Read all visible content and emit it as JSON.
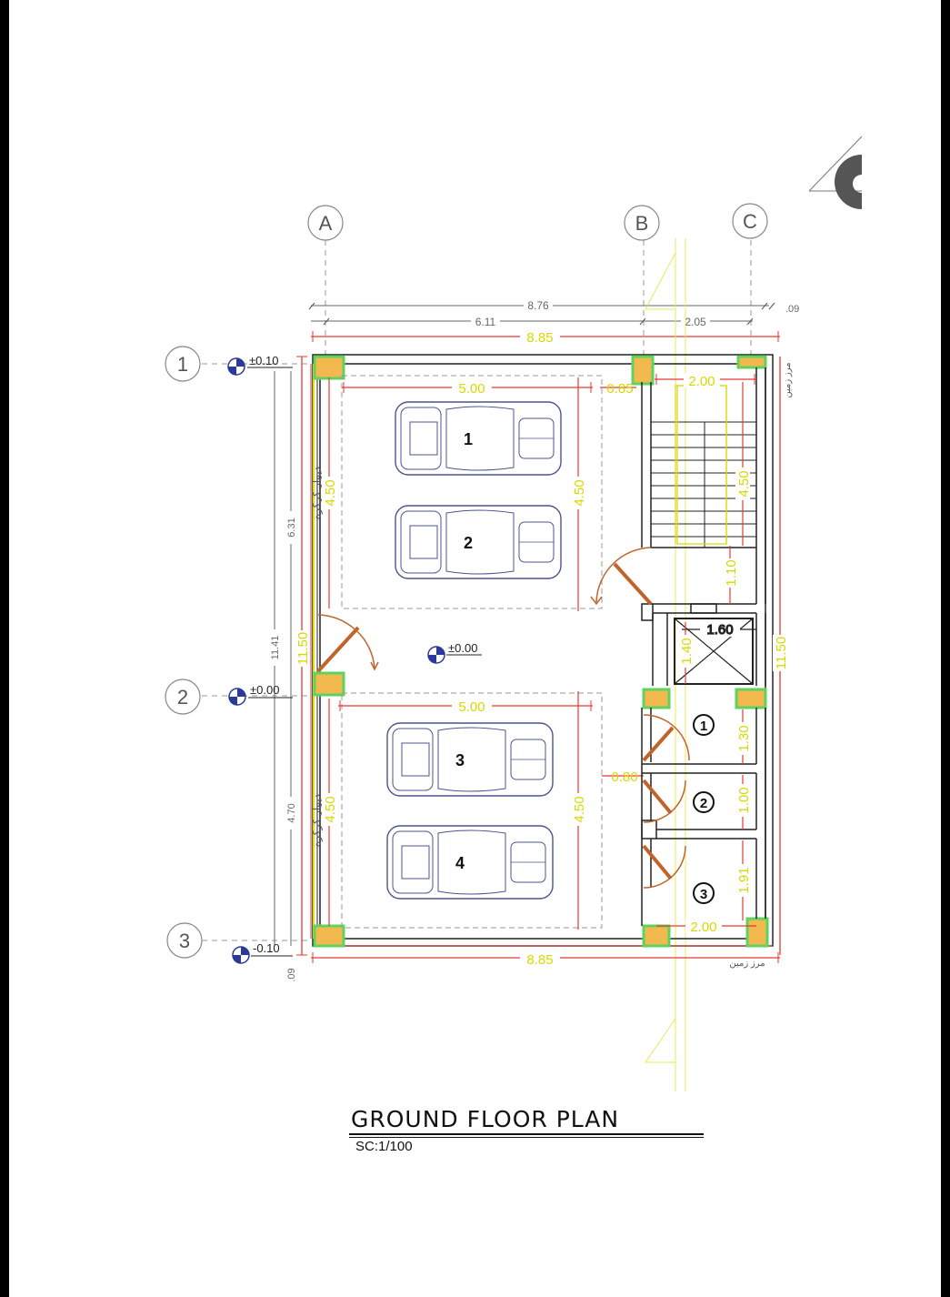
{
  "title": "GROUND FLOOR PLAN",
  "scale": "SC:1/100",
  "grid_axes": {
    "columns": [
      "A",
      "B",
      "C"
    ],
    "rows": [
      "1",
      "2",
      "3"
    ]
  },
  "levels": {
    "top": "±0.10",
    "middle": "±0.00",
    "bottom": "-0.10",
    "floor": "±0.00"
  },
  "overall_dims": {
    "total_top": "8.76",
    "left_span": "6.11",
    "right_span": "2.05",
    "outer": "8.85",
    "offset_top": ".09",
    "offset_bottom": ".09"
  },
  "vertical_dims": {
    "upper": "6.31",
    "total": "11.41",
    "lower": "4.70",
    "height": "11.50"
  },
  "parking": {
    "width": "5.00",
    "depth": "4.50",
    "spaces": [
      "1",
      "2",
      "3",
      "4"
    ]
  },
  "inner_dims": {
    "aisle_top": "0.85",
    "aisle_bottom": "0.80",
    "stair_width": "2.00",
    "stair_run": "4.50",
    "landing": "1.10",
    "elevator_w": "1.60",
    "elevator_d": "1.40",
    "room1": "1.30",
    "room2": "1.00",
    "room3": "1.91",
    "bottom_width": "2.00"
  },
  "rooms": [
    "1",
    "2",
    "3"
  ],
  "side_notes": {
    "left_wall": "دیوار کرکره",
    "right_top": "مرز زمین",
    "right_bottom": "مرز زمین"
  },
  "colors": {
    "red": "#e53935",
    "yellow": "#d8d800",
    "column": "#f2b94f",
    "column_border": "#5fd35f",
    "door": "#c0642a",
    "car": "#4a5490",
    "dim": "#666666"
  }
}
